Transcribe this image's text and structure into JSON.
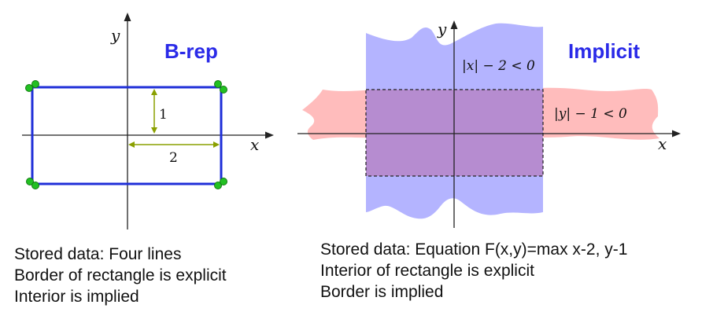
{
  "left_panel": {
    "heading": "B-rep",
    "axis_x": "x",
    "axis_y": "y",
    "dim_height": "1",
    "dim_width": "2",
    "caption_lines": [
      "Stored data: Four lines",
      "Border of rectangle is explicit",
      "Interior is implied"
    ]
  },
  "right_panel": {
    "heading": "Implicit",
    "axis_x": "x",
    "axis_y": "y",
    "region_x_label": "|x| − 2 < 0",
    "region_y_label": "|y| − 1 < 0",
    "caption_lines": [
      "Stored data: Equation F(x,y)=max x-2, y-1",
      "Interior of rectangle is explicit",
      "Border is implied"
    ]
  },
  "colors": {
    "heading": "#2a2ae8",
    "rect_edge": "#1f2fd8",
    "vertex": "#22c022",
    "dimension": "#8aa000",
    "band_vertical": "#b4b4ff",
    "band_horizontal": "#ffbcbc",
    "overlap": "#b68cd0"
  }
}
